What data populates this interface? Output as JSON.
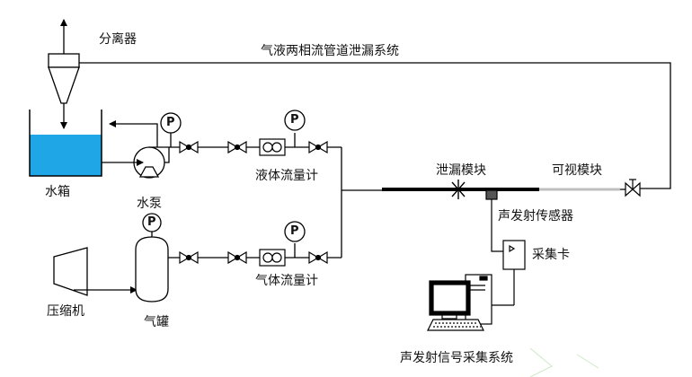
{
  "labels": {
    "separator": "分离器",
    "system_title": "气液两相流管道泄漏系统",
    "water_tank": "水箱",
    "water_pump": "水泵",
    "liquid_flowmeter": "液体流量计",
    "leak_module": "泄漏模块",
    "visual_module": "可视模块",
    "ae_sensor": "声发射传感器",
    "acq_card": "采集卡",
    "compressor": "压缩机",
    "gas_tank": "气罐",
    "gas_flowmeter": "气体流量计",
    "ae_system": "声发射信号采集系统"
  },
  "gauge_symbol": "P",
  "colors": {
    "water": "#1ea6e6",
    "line": "#000000",
    "visual_pipe": "#bfbfbf"
  }
}
